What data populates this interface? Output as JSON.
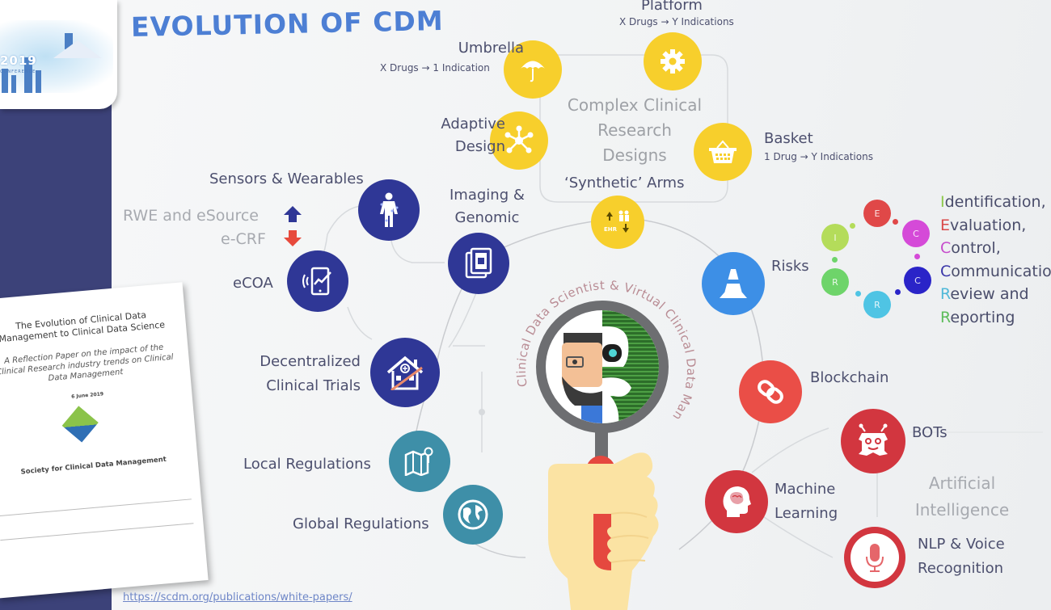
{
  "slide": {
    "title": "EVOLUTION OF CDM",
    "link_url_text": "https://scdm.org/publications/white-papers/",
    "colors": {
      "title": "#4d7fd4",
      "yellow_nodes": "#f7cf2c",
      "navy_nodes": "#2f3796",
      "teal_nodes": "#3e8fa8",
      "risk_node": "#3d8fe6",
      "red_nodes": "#ea4e47",
      "ai_nodes": "#d2363f",
      "left_panel": "#3c4279"
    }
  },
  "conference_logo": {
    "year": "2019",
    "caption": "CONFERENCE"
  },
  "white_paper": {
    "title": "The Evolution of Clinical Data Management to Clinical Data Science",
    "subtitle": "A Reflection Paper on the impact of the Clinical Research industry trends on Clinical Data Management",
    "date": "6 June 2019",
    "organization": "Society for Clinical Data Management"
  },
  "complex_designs": {
    "center_label": [
      "Complex Clinical",
      "Research",
      "Designs"
    ],
    "nodes": [
      {
        "id": "umbrella",
        "label": "Umbrella",
        "sublabel": "X Drugs → 1 Indication",
        "icon": "umbrella-icon"
      },
      {
        "id": "platform",
        "label": "Platform",
        "sublabel": "X Drugs → Y Indications",
        "icon": "gear-icon"
      },
      {
        "id": "adaptive",
        "label": "Adaptive",
        "label2": "Design",
        "icon": "network-icon"
      },
      {
        "id": "basket",
        "label": "Basket",
        "sublabel": "1 Drug → Y Indications",
        "icon": "basket-icon"
      },
      {
        "id": "synthetic",
        "label": "‘Synthetic’ Arms",
        "icon": "people-arrows-icon",
        "icon_text": "EHR"
      }
    ]
  },
  "data_sources": {
    "rwe_label": "RWE and eSource",
    "ecrf_label": "e-CRF",
    "nodes": [
      {
        "id": "sensors",
        "label": "Sensors & Wearables",
        "icon": "body-sensor-icon"
      },
      {
        "id": "imaging",
        "label": "Imaging &",
        "label2": "Genomic",
        "icon": "imaging-icon"
      },
      {
        "id": "ecoa",
        "label": "eCOA",
        "icon": "tablet-signal-icon"
      },
      {
        "id": "dct",
        "label": "Decentralized",
        "label2": "Clinical Trials",
        "icon": "house-crossed-icon"
      },
      {
        "id": "local_reg",
        "label": "Local Regulations",
        "icon": "map-pin-icon"
      },
      {
        "id": "global_reg",
        "label": "Global Regulations",
        "icon": "globe-icon"
      }
    ]
  },
  "center": {
    "arc_text": "Clinical Data Scientist & Virtual Clinical Data Manager"
  },
  "risks": {
    "label": "Risks",
    "icon": "traffic-cone-icon",
    "cycle": [
      {
        "letter": "E",
        "color": "#e04848"
      },
      {
        "letter": "C",
        "color": "#d54ad8"
      },
      {
        "letter": "C",
        "color": "#2a24c8"
      },
      {
        "letter": "R",
        "color": "#4fc4e4"
      },
      {
        "letter": "R",
        "color": "#6ed46a"
      },
      {
        "letter": "I",
        "color": "#b4dc5a"
      }
    ],
    "steps": [
      {
        "initial": "I",
        "rest": "dentification,",
        "color": "#8dc84a"
      },
      {
        "initial": "E",
        "rest": "valuation,",
        "color": "#d94848"
      },
      {
        "initial": "C",
        "rest": "ontrol,",
        "color": "#c64ccc"
      },
      {
        "initial": "C",
        "rest": "ommunication,",
        "color": "#3a36a8"
      },
      {
        "initial": "R",
        "rest": "eview and",
        "color": "#4fb8d8"
      },
      {
        "initial": "R",
        "rest": "eporting",
        "color": "#5cbc5a"
      }
    ]
  },
  "technology": {
    "ai_label": [
      "Artificial",
      "Intelligence"
    ],
    "nodes": [
      {
        "id": "blockchain",
        "label": "Blockchain",
        "icon": "chain-link-icon"
      },
      {
        "id": "bots",
        "label": "BOTs",
        "icon": "robot-icon"
      },
      {
        "id": "ml",
        "label": "Machine",
        "label2": "Learning",
        "icon": "brain-head-icon"
      },
      {
        "id": "nlp",
        "label": "NLP & Voice",
        "label2": "Recognition",
        "icon": "microphone-icon"
      }
    ]
  }
}
